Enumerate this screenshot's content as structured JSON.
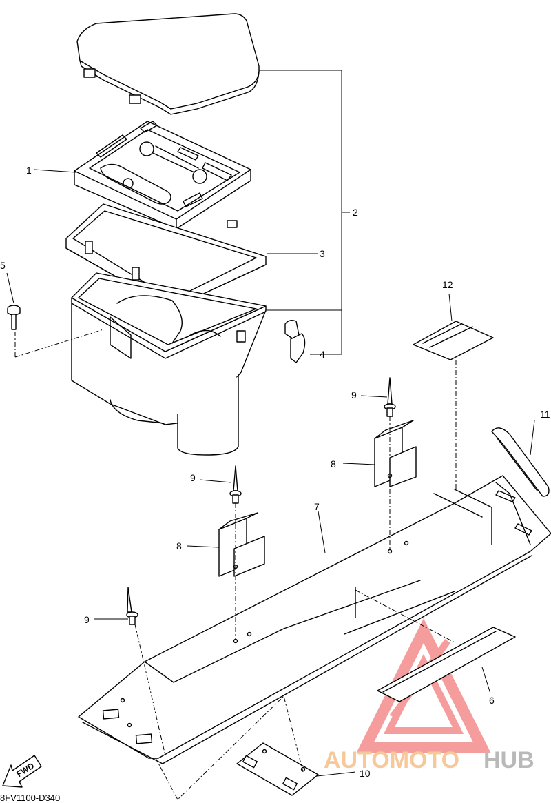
{
  "callouts": {
    "c1": "1",
    "c2": "2",
    "c3": "3",
    "c4": "4",
    "c5": "5",
    "c6": "6",
    "c7": "7",
    "c8a": "8",
    "c8b": "8",
    "c9a": "9",
    "c9b": "9",
    "c9c": "9",
    "c10": "10",
    "c11": "11",
    "c12": "12"
  },
  "diagram_code": "8FV1100-D340",
  "fwd_label": "FWD",
  "watermark": {
    "part1": "AUTOMOTO",
    "part2": "HUB",
    "color_warm": "#f6c89a",
    "color_gray": "#b9b9b9",
    "triangle_color": "#f27c7c"
  }
}
